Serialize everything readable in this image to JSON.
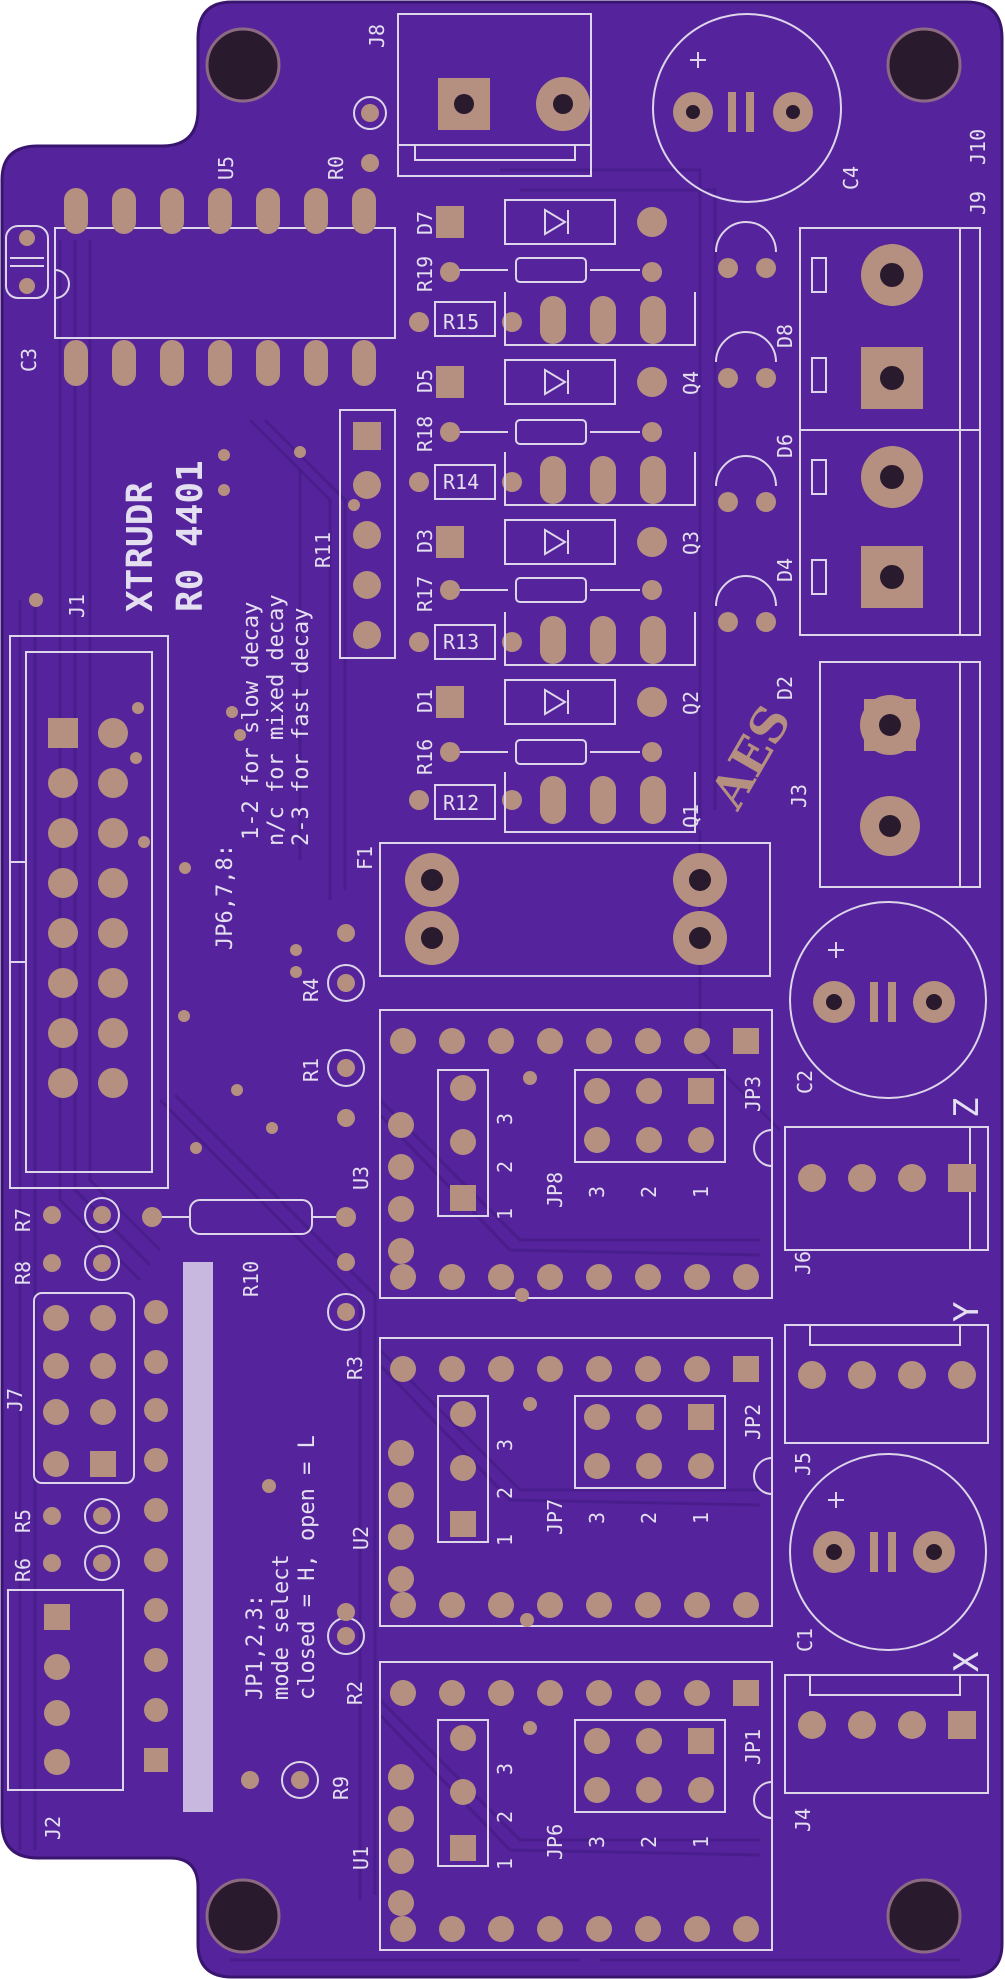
{
  "board": {
    "name": "XTRUDR",
    "revision": "R0 4401",
    "logo": "AES",
    "colors": {
      "soldermask": "#55239b",
      "mask_edge": "#3a1570",
      "copper_pad": "#b58f80",
      "silkscreen": "#ddd5ea"
    }
  },
  "notes": {
    "jp678_title": "JP6,7,8:",
    "jp678_line1": "1-2 for slow decay",
    "jp678_line2": "n/c for mixed decay",
    "jp678_line3": "2-3 for fast decay",
    "jp123_title": "JP1,2,3:",
    "jp123_line1": "mode select",
    "jp123_line2": "closed = H, open = L"
  },
  "refdes": {
    "J8": "J8",
    "C4": "C4",
    "J10": "J10",
    "J9": "J9",
    "U5": "U5",
    "R0": "R0",
    "C3": "C3",
    "D7": "D7",
    "R19": "R19",
    "R15": "R15",
    "D8": "D8",
    "D5": "D5",
    "R18": "R18",
    "R14": "R14",
    "Q4": "Q4",
    "D6": "D6",
    "D3": "D3",
    "R17": "R17",
    "R13": "R13",
    "Q3": "Q3",
    "D4": "D4",
    "D1": "D1",
    "R16": "R16",
    "R12": "R12",
    "Q2": "Q2",
    "D2": "D2",
    "Q1": "Q1",
    "J3": "J3",
    "J1": "J1",
    "R11": "R11",
    "F1": "F1",
    "R4": "R4",
    "R1": "R1",
    "C2": "C2",
    "Z": "Z",
    "U3": "U3",
    "JP8": "JP8",
    "JP3": "JP3",
    "J6": "J6",
    "R7": "R7",
    "R8": "R8",
    "R10": "R10",
    "R3": "R3",
    "Y": "Y",
    "J7": "J7",
    "J5": "J5",
    "JP7": "JP7",
    "JP2": "JP2",
    "U2": "U2",
    "R5": "R5",
    "R6": "R6",
    "R2": "R2",
    "C1": "C1",
    "X": "X",
    "J2": "J2",
    "J4": "J4",
    "JP6": "JP6",
    "JP1": "JP1",
    "U1": "U1",
    "R9": "R9"
  },
  "jumper_pins": [
    "1",
    "2",
    "3"
  ]
}
